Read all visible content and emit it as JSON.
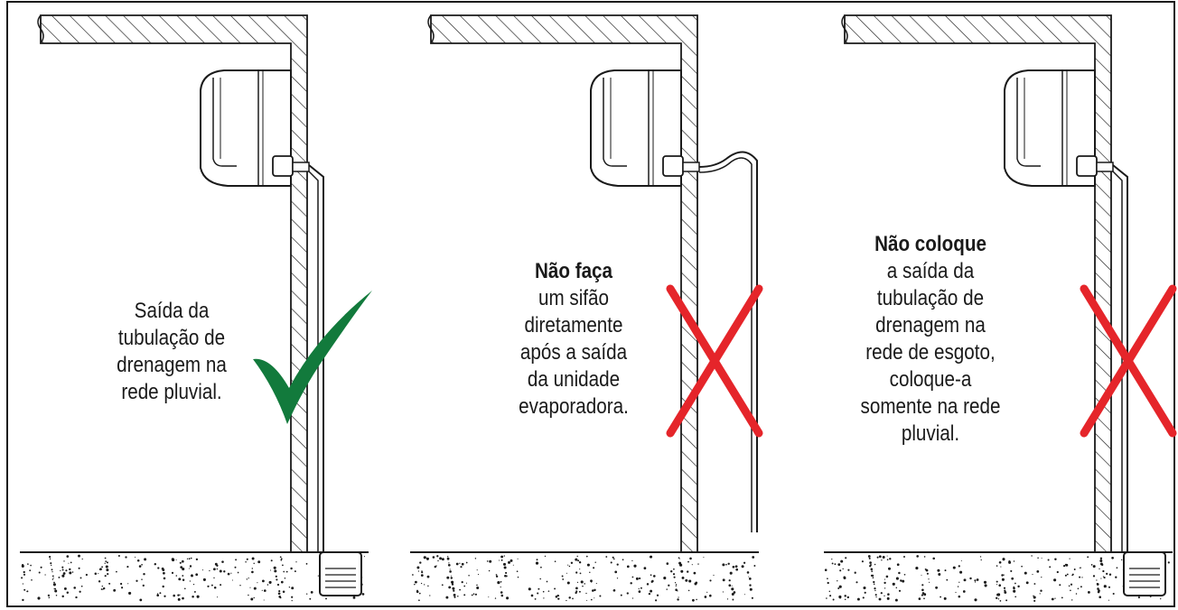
{
  "panels": [
    {
      "verdict": "correct",
      "mark_icon": "check-icon",
      "caption_lines": [
        "Saída da",
        "tubulação de",
        "drenagem na",
        "rede pluvial."
      ]
    },
    {
      "verdict": "incorrect",
      "mark_icon": "cross-icon",
      "caption_bold": "Não faça",
      "caption_lines": [
        "um sifão",
        "diretamente",
        "após a saída",
        "da unidade",
        "evaporadora."
      ]
    },
    {
      "verdict": "incorrect",
      "mark_icon": "cross-icon",
      "caption_bold": "Não coloque",
      "caption_lines": [
        "a saída da",
        "tubulação de",
        "drenagem na",
        "rede de esgoto,",
        "coloque-a",
        "somente na rede",
        "pluvial."
      ]
    }
  ],
  "colors": {
    "line": "#1a1a1a",
    "check": "#127a3c",
    "cross": "#e5252a",
    "water": "#1a1a1a"
  }
}
